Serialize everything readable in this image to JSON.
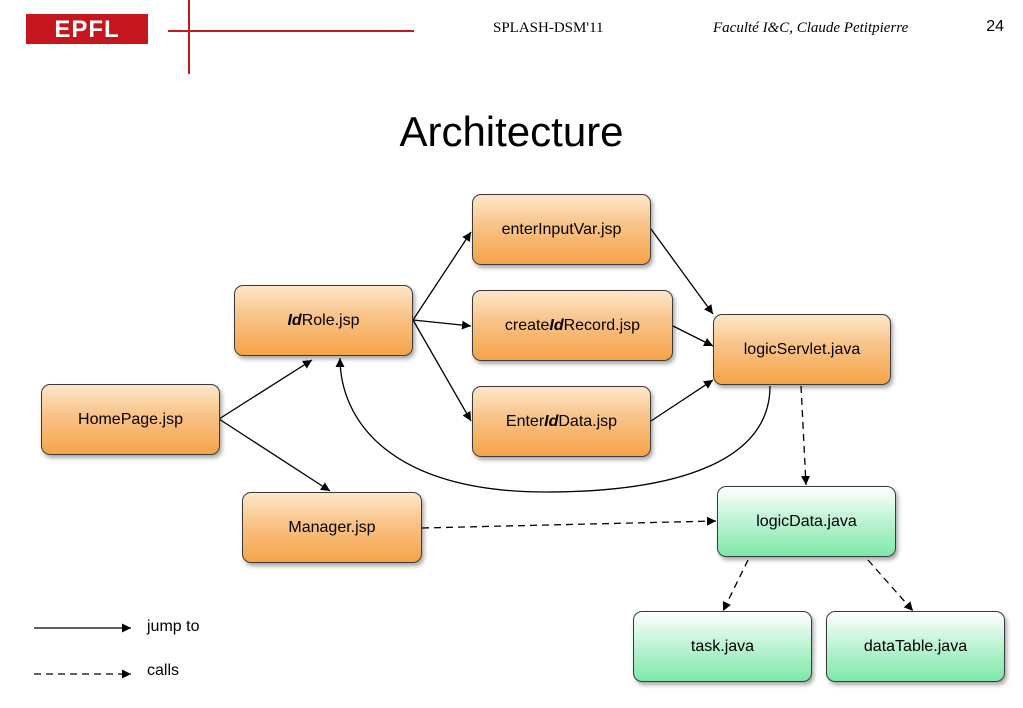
{
  "header": {
    "logo": "EPFL",
    "conference": "SPLASH-DSM'11",
    "author": "Faculté I&C, Claude Petitpierre",
    "page_number": "24"
  },
  "title": "Architecture",
  "nodes": {
    "homepage": "HomePage.jsp",
    "idrole": {
      "em": "Id",
      "rest": "Role.jsp"
    },
    "manager": "Manager.jsp",
    "enterinputvar": "enterInputVar.jsp",
    "createidrecord": {
      "pre": "create",
      "em": "Id",
      "rest": "Record.jsp"
    },
    "enteriddata": {
      "pre": "Enter",
      "em": "Id",
      "rest": "Data.jsp"
    },
    "logicservlet": "logicServlet.java",
    "logicdata": "logicData.java",
    "task": "task.java",
    "datatable": "dataTable.java"
  },
  "legend": {
    "solid": "jump to",
    "dashed": "calls"
  },
  "colors": {
    "brand_red": "#c4161c",
    "jsp_fill": "#f5a447",
    "java_fill": "#7de8a7"
  }
}
